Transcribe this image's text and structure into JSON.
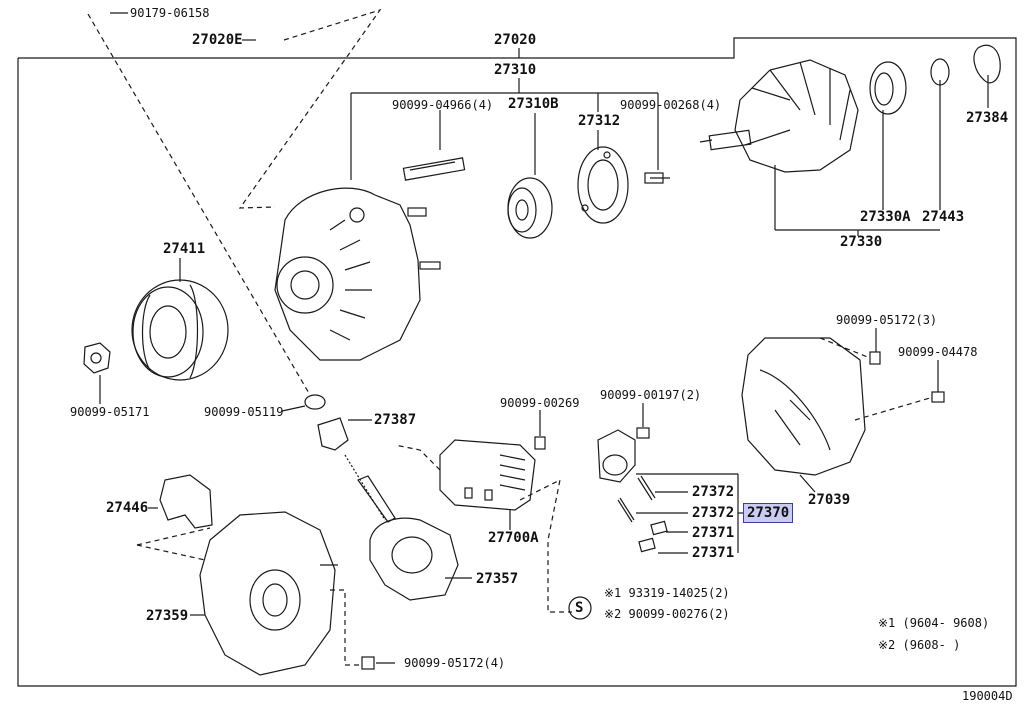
{
  "colors": {
    "ink": "#1a1a1a",
    "highlight": "#c9cbf2",
    "highlight_border": "#3b3f9e",
    "background": "#ffffff"
  },
  "labels": {
    "p_90179_06158": "90179-06158",
    "p_27020e": "27020E",
    "p_27020": "27020",
    "p_27310": "27310",
    "p_90099_04966": "90099-04966(4)",
    "p_27310b": "27310B",
    "p_27312": "27312",
    "p_90099_00268": "90099-00268(4)",
    "p_27384": "27384",
    "p_27330a": "27330A",
    "p_27443": "27443",
    "p_27330": "27330",
    "p_27411": "27411",
    "p_90099_05172_3": "90099-05172(3)",
    "p_90099_04478": "90099-04478",
    "p_90099_05171": "90099-05171",
    "p_90099_05119": "90099-05119",
    "p_27387": "27387",
    "p_90099_00269": "90099-00269",
    "p_90099_00197": "90099-00197(2)",
    "p_27372_a": "27372",
    "p_27372_b": "27372",
    "p_27370": "27370",
    "p_27371_a": "27371",
    "p_27371_b": "27371",
    "p_27039": "27039",
    "p_27446": "27446",
    "p_27700a": "27700A",
    "p_27357": "27357",
    "p_27359": "27359",
    "p_note1_part": "※1 93319-14025(2)",
    "p_note2_part": "※2 90099-00276(2)",
    "s_symbol": "S",
    "p_90099_05172_4": "90099-05172(4)",
    "legend_1": "※1 (9604- 9608)",
    "legend_2": "※2 (9608-     )",
    "diagram_id": "190004D"
  }
}
